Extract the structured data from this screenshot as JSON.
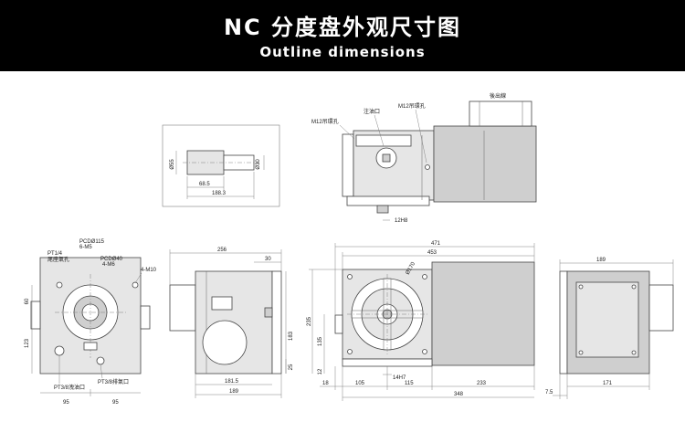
{
  "header": {
    "title": "NC 分度盘外观尺寸图",
    "subtitle": "Outline dimensions"
  },
  "motor_detail": {
    "dia_55": "Ø55",
    "dia_30": "Ø30",
    "len_68_5": "68.5",
    "len_188_3": "188.3"
  },
  "top_view": {
    "oil_inlet": "注油口",
    "m12_lift_left": "M12吊環孔",
    "m12_lift_right": "M12吊環孔",
    "rear_outlet": "後出線",
    "slot_12h8": "12H8"
  },
  "left_view": {
    "pt14": "PT1/4",
    "tail_air": "尾座氣孔",
    "pcd115": "PCDØ115",
    "m5": "6-M5",
    "pcd40": "PCDØ40",
    "m6": "4-M6",
    "m10": "4-M10",
    "dim_60": "60",
    "dim_123": "123",
    "dim_95_left": "95",
    "dim_95_right": "95",
    "pt38_drain": "PT3/8洩油口",
    "pt38_fill": "PT3/8排氣口"
  },
  "side_view": {
    "dim_256": "256",
    "dim_30": "30",
    "dim_183": "183",
    "dim_25": "25",
    "dim_181_5": "181.5",
    "dim_189": "189"
  },
  "front_view": {
    "dim_471": "471",
    "dim_453": "453",
    "dia_170": "Ø170",
    "dim_235": "235",
    "dim_135": "135",
    "dim_12": "12",
    "slot_14h7": "14H7",
    "dim_18": "18",
    "dim_105": "105",
    "dim_115": "115",
    "dim_233": "233",
    "dim_348": "348"
  },
  "rear_view": {
    "dim_189": "189",
    "dim_171": "171",
    "dim_7_5": "7.5"
  }
}
